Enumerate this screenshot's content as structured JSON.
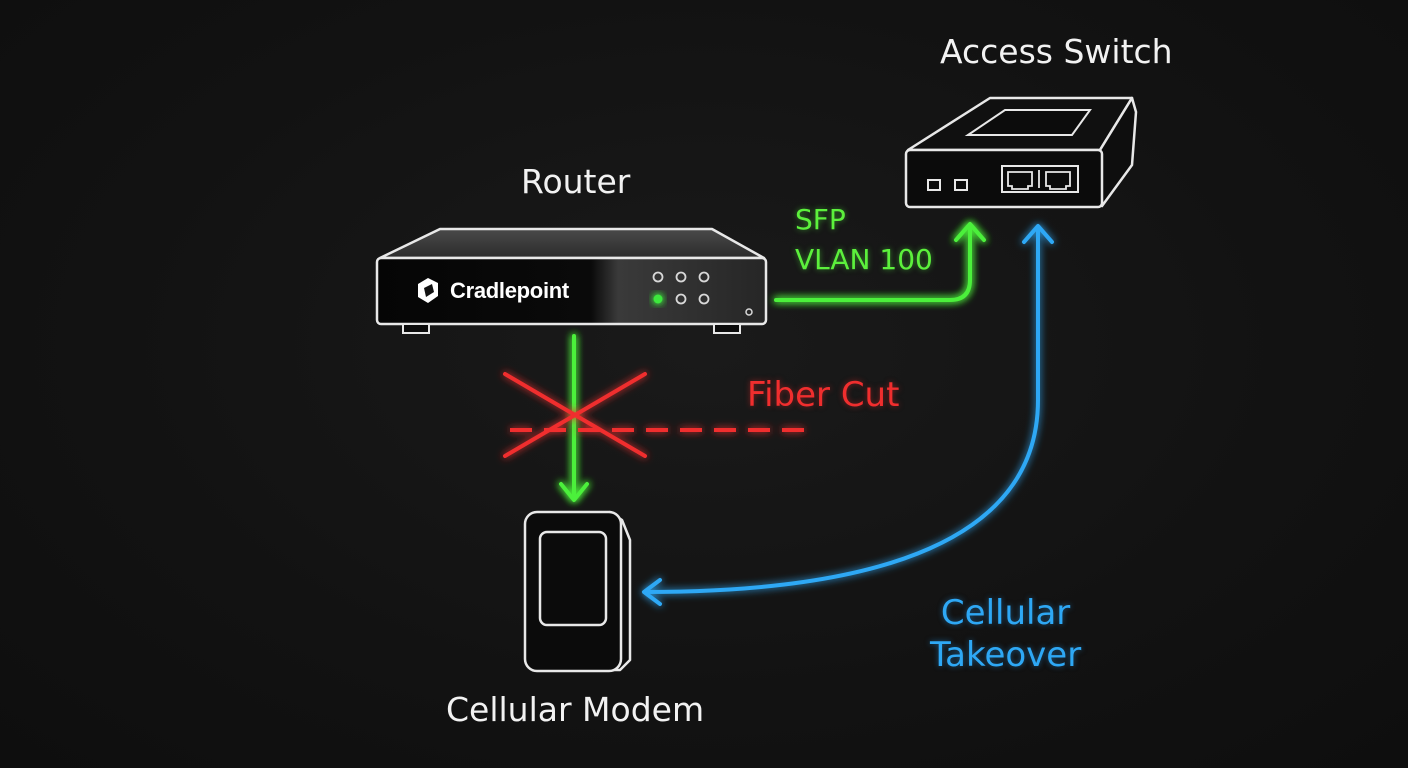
{
  "devices": {
    "router": {
      "label": "Router",
      "brand": "Cradlepoint"
    },
    "switch": {
      "label": "Access Switch"
    },
    "modem": {
      "label": "Cellular Modem"
    }
  },
  "links": {
    "primary": {
      "line1": "SFP",
      "line2": "VLAN 100",
      "color": "#4cf03a"
    },
    "failure": {
      "label": "Fiber Cut",
      "color": "#f02e2e"
    },
    "backup": {
      "line1": "Cellular",
      "line2": "Takeover",
      "color": "#2ea8f5"
    }
  },
  "colors": {
    "background": "#121212",
    "device_outline": "#e8e8e8",
    "router_status_led": "#3ce83c"
  }
}
